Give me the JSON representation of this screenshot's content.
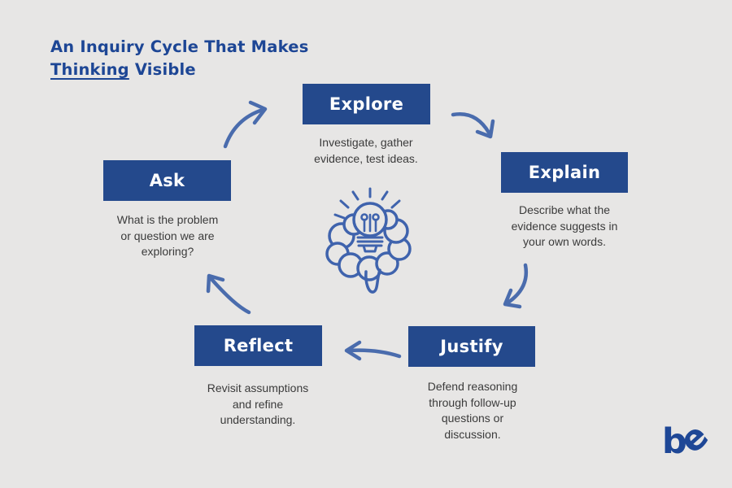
{
  "title": {
    "line1": "An Inquiry Cycle That Makes",
    "underlined_word": "Thinking",
    "line2_rest": " Visible"
  },
  "stages": [
    {
      "id": "explore",
      "label": "Explore",
      "description": [
        "Investigate, gather",
        "evidence, test ideas."
      ]
    },
    {
      "id": "explain",
      "label": "Explain",
      "description": [
        "Describe what the",
        "evidence suggests in",
        "your own words."
      ]
    },
    {
      "id": "justify",
      "label": "Justify",
      "description": [
        "Defend reasoning",
        "through follow-up",
        "questions or",
        "discussion."
      ]
    },
    {
      "id": "reflect",
      "label": "Reflect",
      "description": [
        "Revisit assumptions",
        "and refine",
        "understanding."
      ]
    },
    {
      "id": "ask",
      "label": "Ask",
      "description": [
        "What is the problem",
        "or question we are",
        "exploring?"
      ]
    }
  ],
  "icons": {
    "center": "brain-lightbulb-icon",
    "arrows": [
      "arrow-ask-to-explore",
      "arrow-explore-to-explain",
      "arrow-explain-to-justify",
      "arrow-justify-to-reflect",
      "arrow-reflect-to-ask"
    ]
  },
  "logo": {
    "text_b": "b",
    "text_e": "e"
  },
  "colors": {
    "background": "#e7e6e5",
    "box_blue": "#24498c",
    "title_blue": "#1d4695",
    "arrow_blue": "#4a6cad",
    "icon_blue": "#3f63ad",
    "description_text": "#3b3b3b",
    "box_label_text": "#ffffff",
    "logo_blue": "#1e4796"
  }
}
